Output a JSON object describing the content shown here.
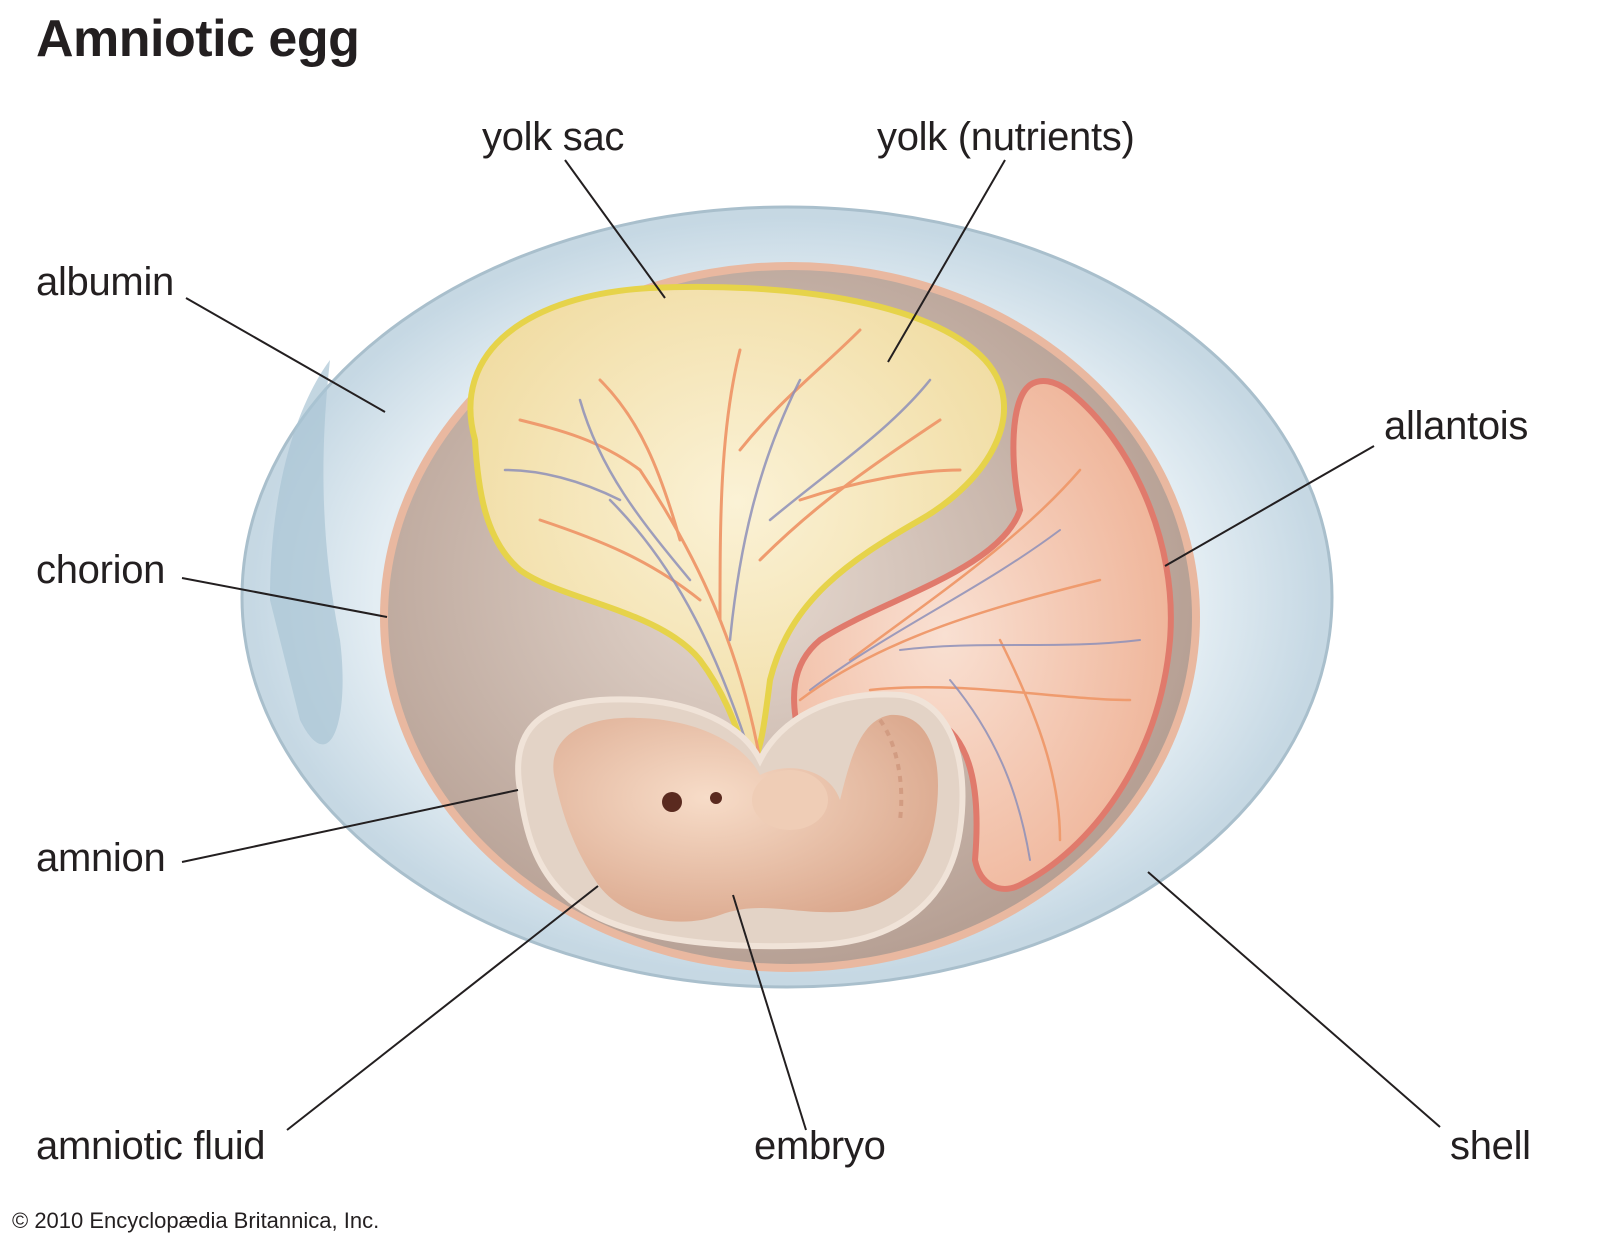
{
  "title": "Amniotic egg",
  "labels": {
    "yolk_sac": "yolk sac",
    "yolk": "yolk (nutrients)",
    "albumin": "albumin",
    "allantois": "allantois",
    "chorion": "chorion",
    "amnion": "amnion",
    "amniotic_fluid": "amniotic fluid",
    "embryo": "embryo",
    "shell": "shell"
  },
  "copyright": "© 2010 Encyclopædia Britannica, Inc.",
  "colors": {
    "shell": "#d6e4ec",
    "albumin": "#cfe0ea",
    "chorion": "#e9b8a0",
    "cavity": "#c2aca0",
    "yolk": "#f7e6b2",
    "yolk_sac": "#e6d34a",
    "allantois": "#f2c0a6",
    "allantois_edge": "#e07a6c",
    "embryo": "#efc7ad",
    "amnion": "#e8d8cc",
    "vessel_red": "#ef9b6e",
    "vessel_blue": "#8d8fb8",
    "leader": "#231f20"
  }
}
